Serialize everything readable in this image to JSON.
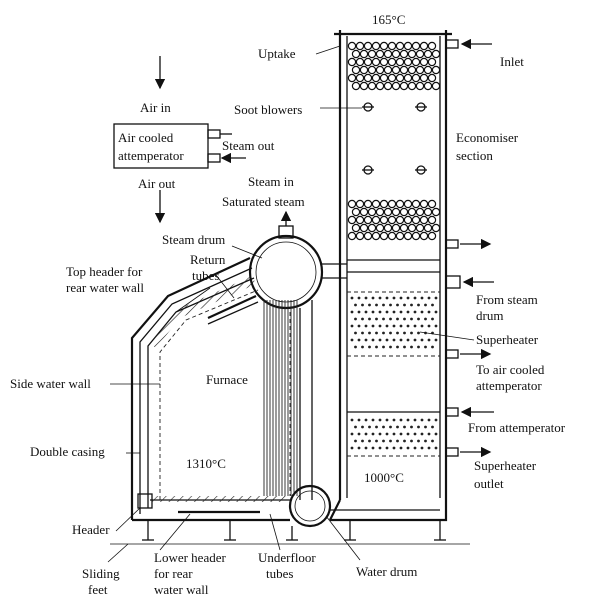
{
  "labels": {
    "temp_top": "165°C",
    "uptake": "Uptake",
    "inlet": "Inlet",
    "air_in": "Air in",
    "soot_blowers": "Soot blowers",
    "attemperator_line1": "Air cooled",
    "attemperator_line2": "attemperator",
    "economiser_line1": "Economiser",
    "economiser_line2": "section",
    "steam_out": "Steam out",
    "air_out": "Air out",
    "steam_in": "Steam in",
    "saturated_steam": "Saturated steam",
    "steam_drum": "Steam drum",
    "return_tubes_line1": "Return",
    "return_tubes_line2": "tubes",
    "top_header_line1": "Top header for",
    "top_header_line2": "rear water wall",
    "from_steam_drum_line1": "From steam",
    "from_steam_drum_line2": "drum",
    "superheater": "Superheater",
    "furnace": "Furnace",
    "side_water_wall": "Side water wall",
    "to_attemperator_line1": "To air cooled",
    "to_attemperator_line2": "attemperator",
    "from_attemperator": "From attemperator",
    "double_casing": "Double casing",
    "temp_furnace": "1310°C",
    "temp_lower": "1000°C",
    "superheater_outlet_line1": "Superheater",
    "superheater_outlet_line2": "outlet",
    "header": "Header",
    "lower_header_line1": "Lower header",
    "lower_header_line2": "for rear",
    "lower_header_line3": "water wall",
    "underfloor_line1": "Underfloor",
    "underfloor_line2": "tubes",
    "water_drum": "Water drum",
    "sliding_feet_line1": "Sliding",
    "sliding_feet_line2": "feet"
  }
}
